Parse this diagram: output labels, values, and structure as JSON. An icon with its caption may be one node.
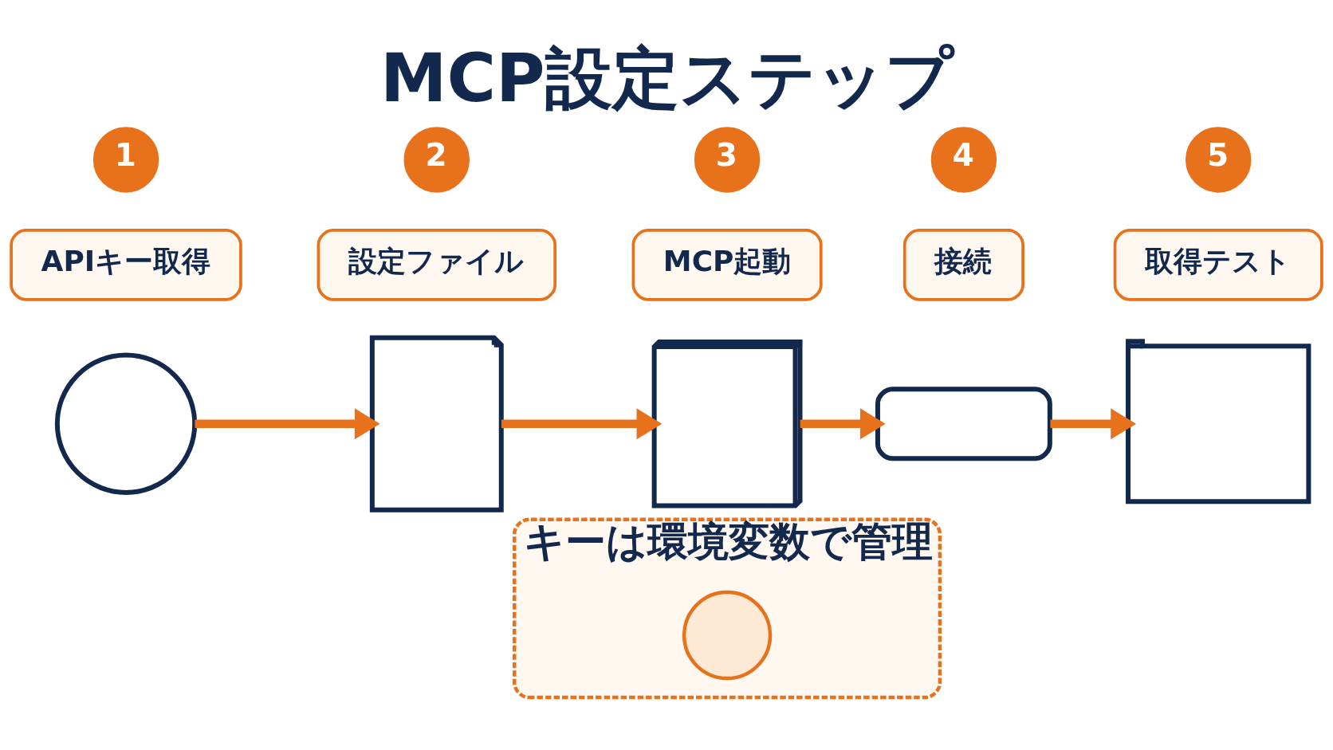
{
  "diagram": {
    "title": "MCP設定ステップ",
    "nodes": [
      {
        "text": [
          "1"
        ]
      },
      {
        "text": [
          "2"
        ]
      },
      {
        "text": [
          "3"
        ]
      },
      {
        "text": [
          "4"
        ]
      },
      {
        "text": [
          "5"
        ]
      },
      {
        "text": [
          "APIキー取得"
        ]
      },
      {
        "text": [
          "設定ファイル"
        ]
      },
      {
        "text": [
          "MCP起動"
        ]
      },
      {
        "text": [
          "接続"
        ]
      },
      {
        "text": [
          "取得テスト"
        ]
      },
      {
        "text": [],
        "shape": "circle"
      },
      {
        "text": [],
        "shape": "picture"
      },
      {
        "text": [],
        "shape": "picture"
      },
      {
        "text": [],
        "shape": "box"
      },
      {
        "text": [],
        "shape": "picture"
      },
      {
        "text": [
          "キーは環境変数で管理"
        ]
      },
      {
        "text": [],
        "shape": "circle",
        "in": 15
      }
    ],
    "edges": [
      {
        "from": 10,
        "to": 11,
        "arrow": "to"
      },
      {
        "from": 11,
        "to": 12,
        "arrow": "to"
      },
      {
        "from": 12,
        "to": 13,
        "arrow": "to"
      },
      {
        "from": 13,
        "to": 14,
        "arrow": "to"
      }
    ]
  }
}
